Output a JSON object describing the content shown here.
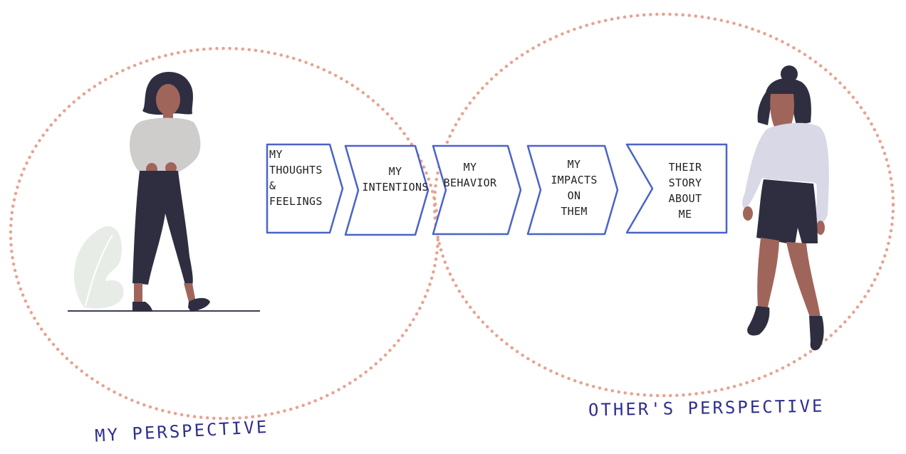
{
  "colors": {
    "circle_dots": "#e8a392",
    "arrow_stroke": "#4a63c9",
    "caption_text": "#2f2f8f",
    "figure_skin": "#a0655a",
    "figure_dark": "#2f2e41",
    "left_shirt": "#cfcccc",
    "right_shirt": "#d8d8e6",
    "plant": "#e7ece7"
  },
  "steps": [
    {
      "lines": [
        "MY",
        "THOUGHTS",
        "&",
        "FEELINGS"
      ]
    },
    {
      "lines": [
        "MY",
        "INTENTIONS"
      ]
    },
    {
      "lines": [
        "MY",
        "BEHAVIOR"
      ]
    },
    {
      "lines": [
        "MY",
        "IMPACTS",
        "ON",
        "THEM"
      ]
    },
    {
      "lines": [
        "THEIR",
        "STORY",
        "ABOUT",
        "ME"
      ]
    }
  ],
  "captions": {
    "left": "MY PERSPECTIVE",
    "right": "OTHER'S PERSPECTIVE"
  }
}
